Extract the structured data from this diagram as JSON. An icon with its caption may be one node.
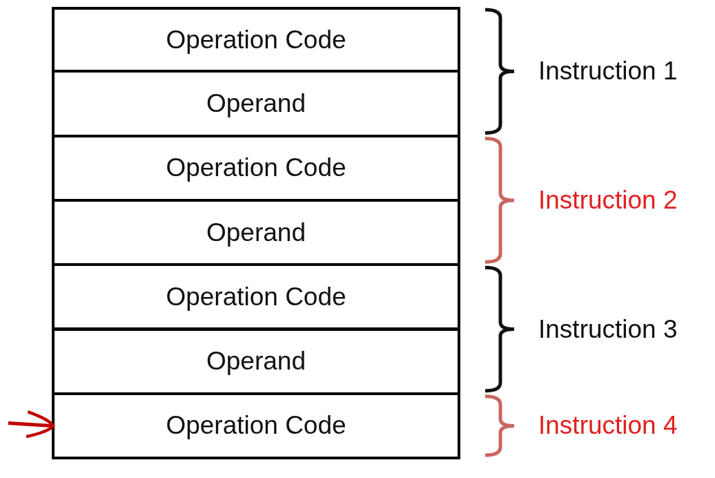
{
  "diagram": {
    "nodes": [
      {
        "text": [
          "Operation Code"
        ]
      },
      {
        "text": [
          "Operand"
        ]
      },
      {
        "text": [
          "Operation Code"
        ]
      },
      {
        "text": [
          "Operand"
        ]
      },
      {
        "text": [
          "Operation Code"
        ]
      },
      {
        "text": [
          "Operand"
        ]
      },
      {
        "text": [
          "Operation Code"
        ]
      }
    ],
    "edges": [
      {
        "from": null,
        "to": 6,
        "arrow": "to",
        "color": "#c00000"
      }
    ],
    "labels": [
      "Instruction 1",
      "Instruction 2",
      "Instruction 3",
      "Instruction 4"
    ]
  }
}
